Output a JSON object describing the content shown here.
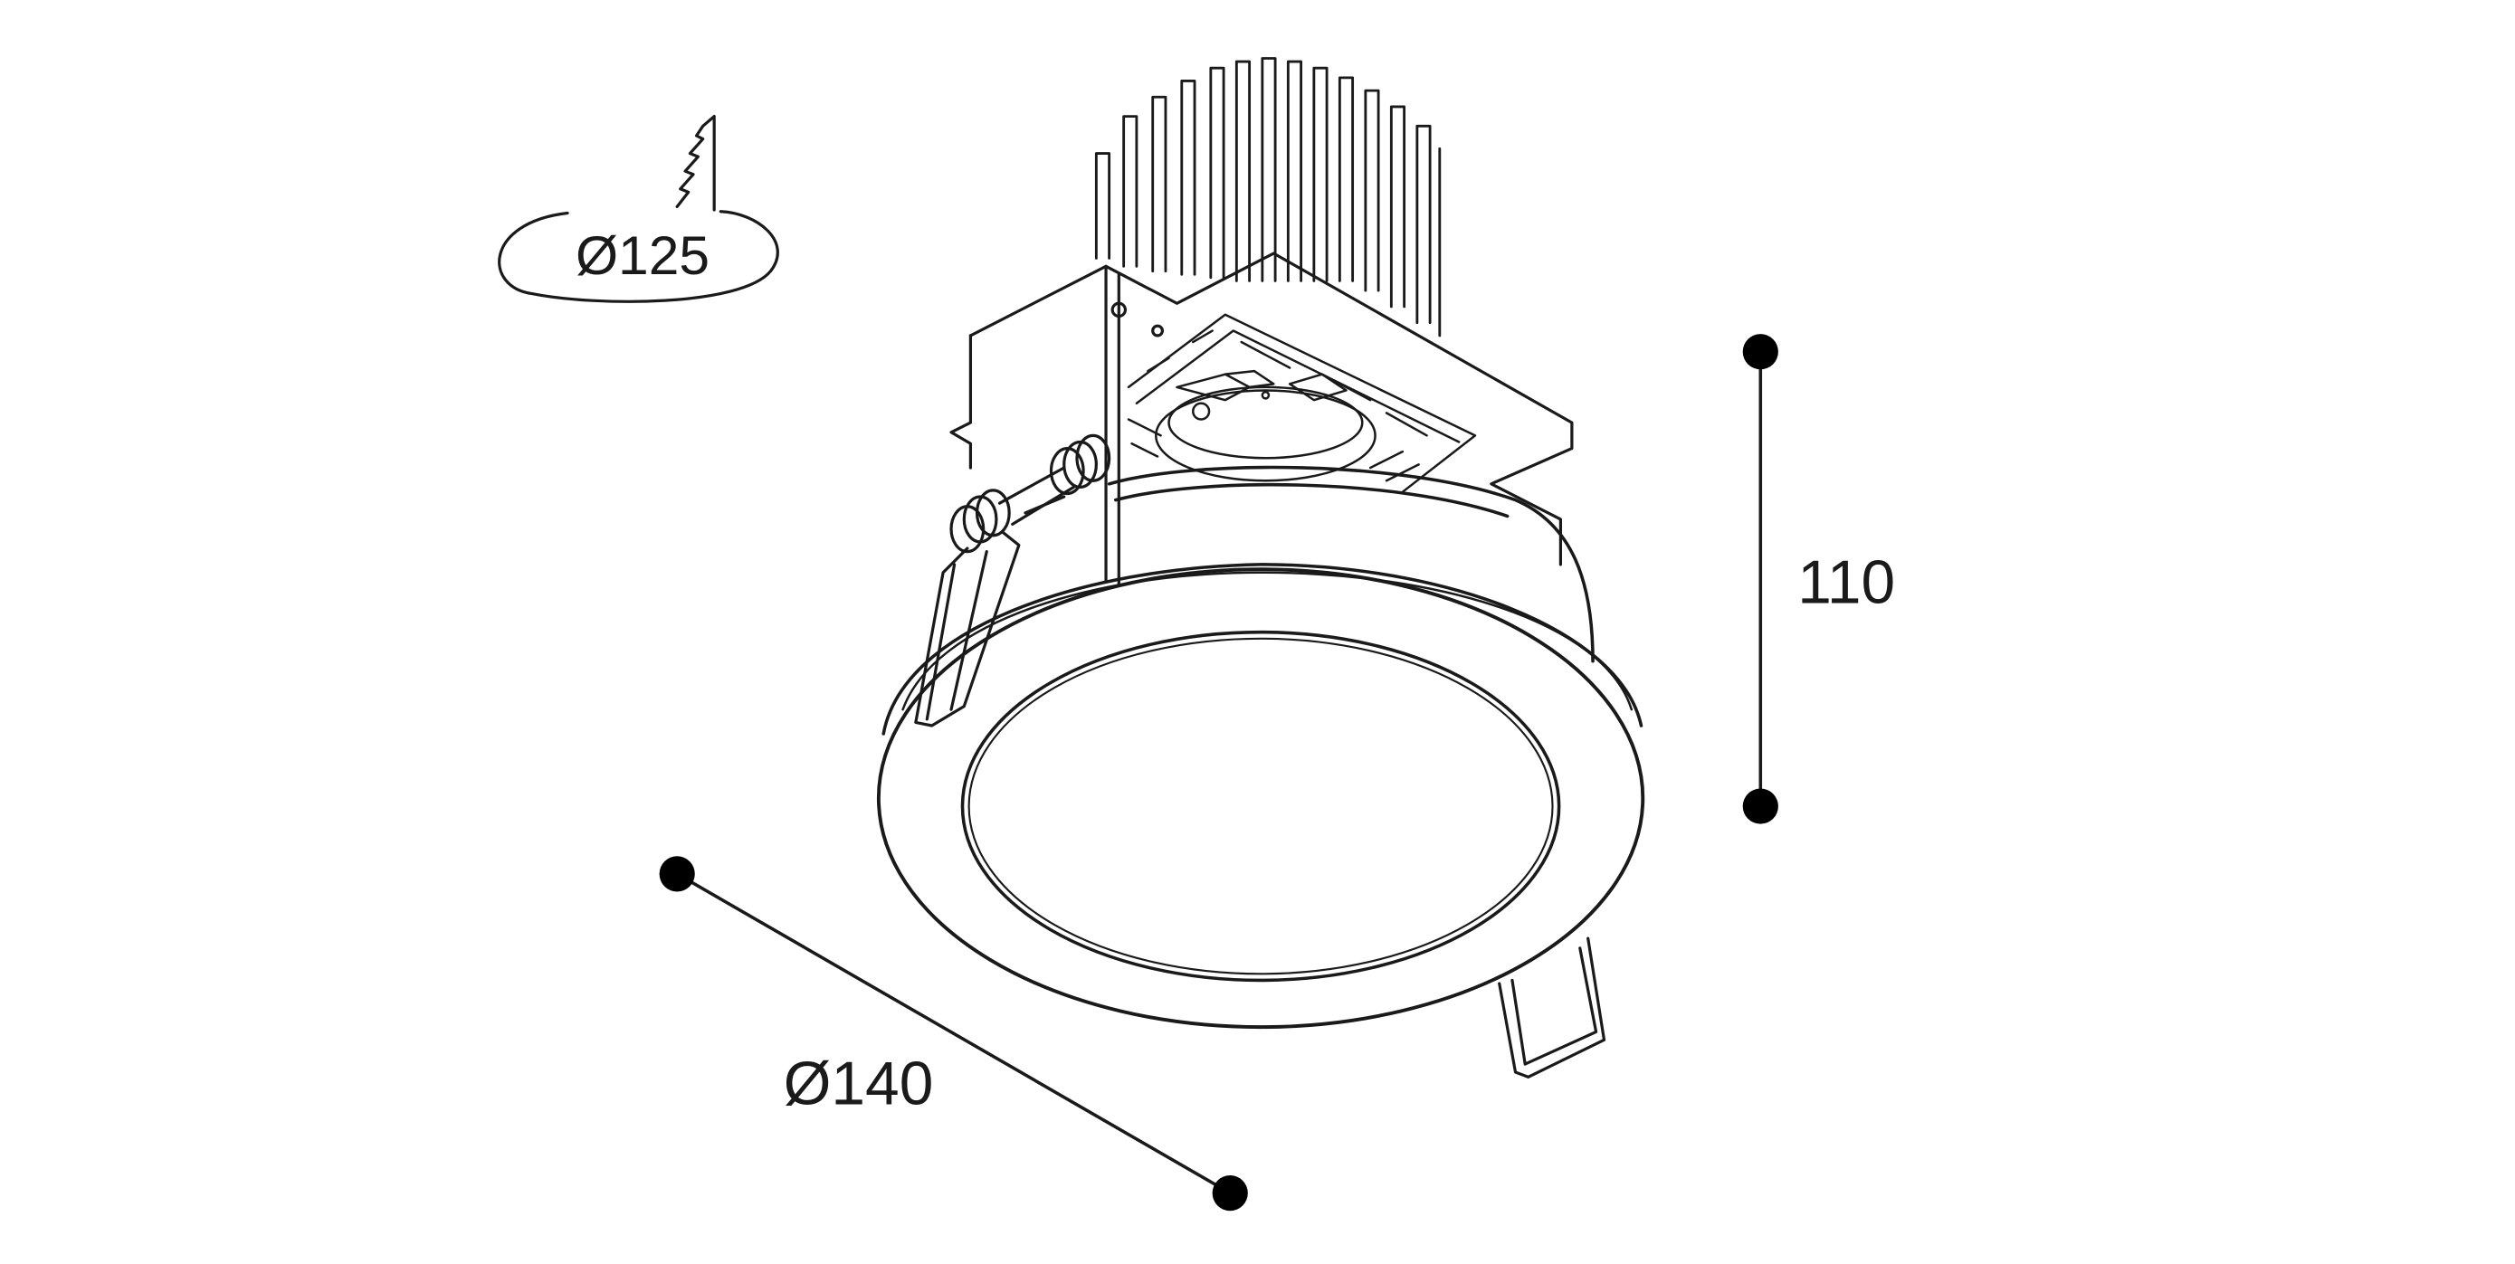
{
  "cutout": {
    "label": "Ø125"
  },
  "dimensions": {
    "height": {
      "label": "110"
    },
    "diameter": {
      "label": "Ø140"
    }
  },
  "colors": {
    "line": "#1a1a1a",
    "background": "#ffffff"
  }
}
